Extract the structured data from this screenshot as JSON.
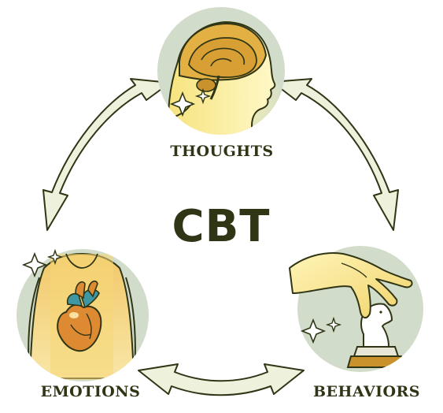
{
  "diagram": {
    "center_label": "CBT",
    "nodes": [
      {
        "id": "thoughts",
        "label": "THOUGHTS",
        "icon": "head-brain-icon"
      },
      {
        "id": "emotions",
        "label": "EMOTIONS",
        "icon": "chest-heart-icon"
      },
      {
        "id": "behaviors",
        "label": "BEHAVIORS",
        "icon": "hand-chess-knight-icon"
      }
    ],
    "edges": [
      {
        "from": "thoughts",
        "to": "behaviors",
        "direction": "bidirectional"
      },
      {
        "from": "behaviors",
        "to": "emotions",
        "direction": "bidirectional"
      },
      {
        "from": "emotions",
        "to": "thoughts",
        "direction": "bidirectional"
      }
    ],
    "colors": {
      "circle_bg": "#d2dccb",
      "gold": "#e3b043",
      "gold_dark": "#b77e1e",
      "outline": "#2f3515",
      "arrow_fill": "#eef1dc",
      "heart": "#de8a33",
      "vessel_teal": "#3f97a3"
    }
  }
}
